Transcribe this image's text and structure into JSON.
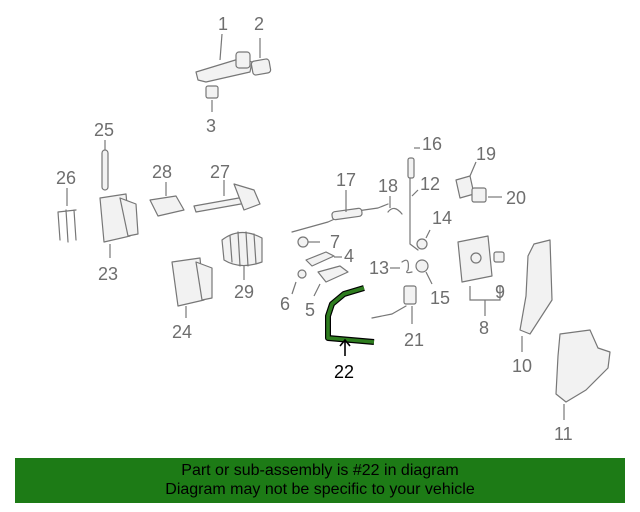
{
  "diagram": {
    "highlight_color": "#2e7d1f",
    "highlighted_part": "22",
    "callouts": [
      "1",
      "2",
      "3",
      "4",
      "5",
      "6",
      "7",
      "8",
      "9",
      "10",
      "11",
      "12",
      "13",
      "14",
      "15",
      "16",
      "17",
      "18",
      "19",
      "20",
      "21",
      "22",
      "23",
      "24",
      "25",
      "26",
      "27",
      "28",
      "29"
    ]
  },
  "banner": {
    "line1": "Part or sub-assembly is #22 in diagram",
    "line2": "Diagram may not be specific to your vehicle",
    "background": "#1d7b16"
  }
}
